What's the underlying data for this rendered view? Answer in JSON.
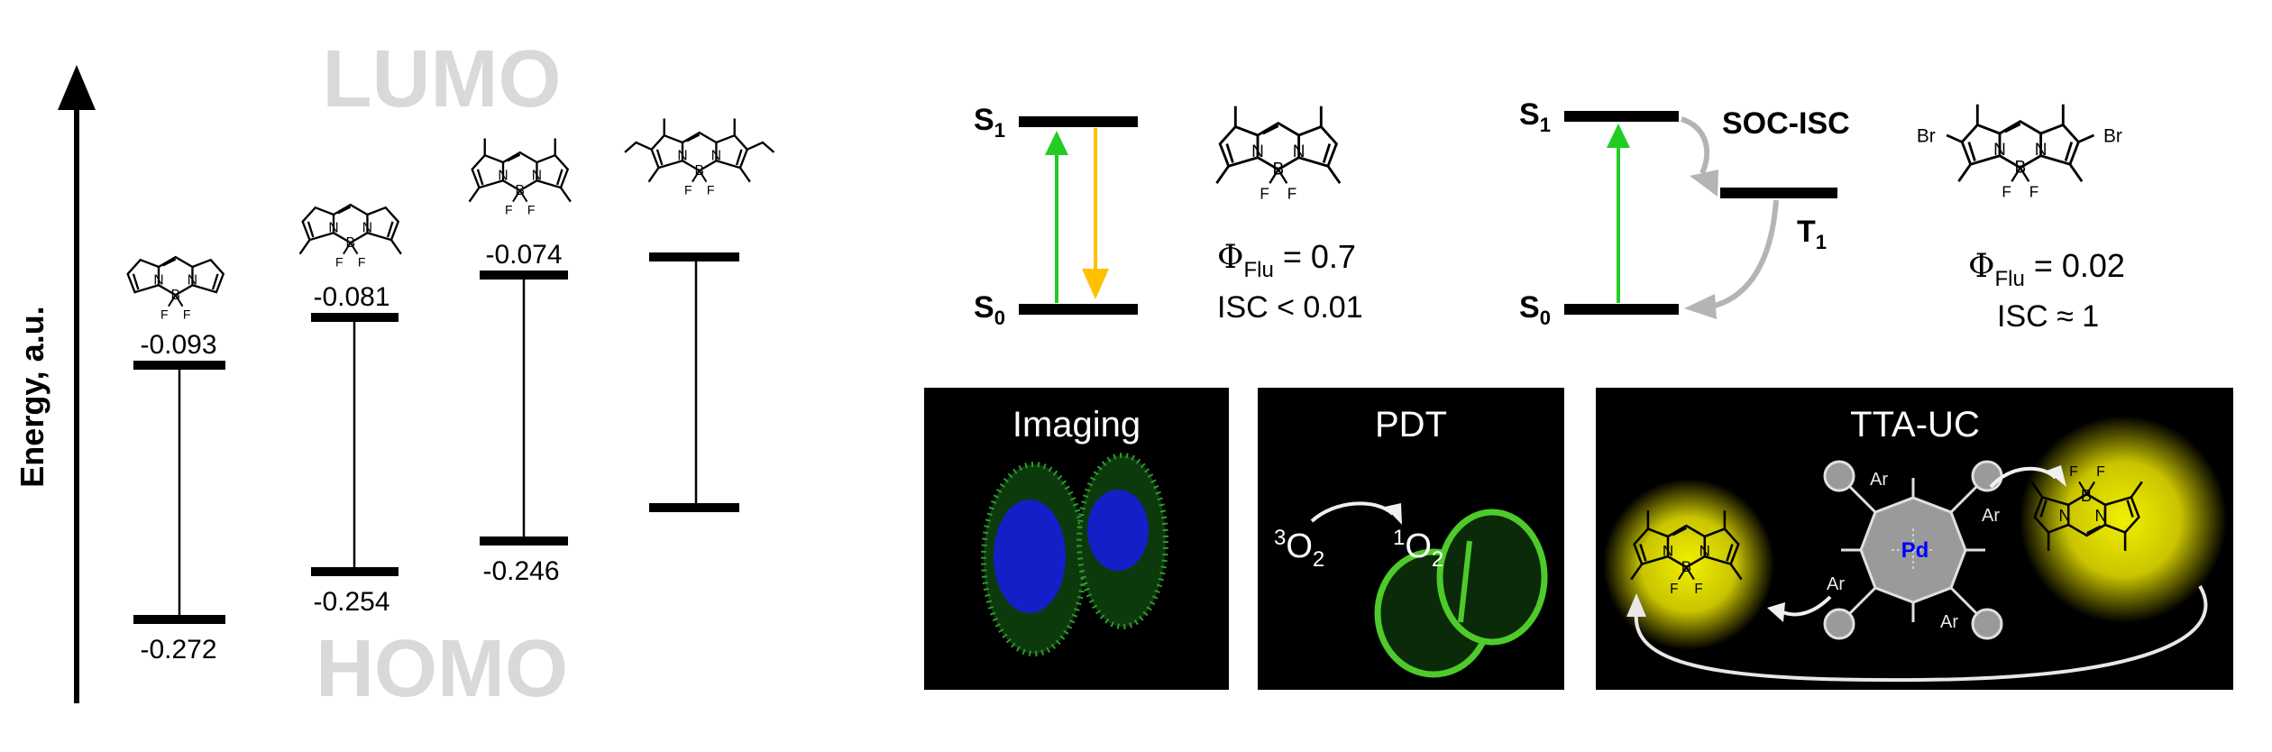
{
  "energy_diagram": {
    "axis_label": "Energy, a.u.",
    "lumo_label": "LUMO",
    "homo_label": "HOMO",
    "compounds": [
      {
        "lumo": "-0.093",
        "homo": "-0.272"
      },
      {
        "lumo": "-0.081",
        "homo": "-0.254"
      },
      {
        "lumo": "-0.074",
        "homo": "-0.246"
      },
      {
        "lumo": "",
        "homo": ""
      }
    ]
  },
  "jablonski_left": {
    "s1": "S",
    "s1_sub": "1",
    "s0": "S",
    "s0_sub": "0",
    "phi_symbol": "Φ",
    "phi_sub": "Flu",
    "phi_value": " = 0.7",
    "isc": "ISC < 0.01",
    "arrow_up_color": "#22cc22",
    "arrow_down_color": "#ffc000"
  },
  "jablonski_right": {
    "s1": "S",
    "s1_sub": "1",
    "s0": "S",
    "s0_sub": "0",
    "t1": "T",
    "t1_sub": "1",
    "soc_label": "SOC-ISC",
    "phi_symbol": "Φ",
    "phi_sub": "Flu",
    "phi_value": " = 0.02",
    "isc": "ISC ≈ 1",
    "br_left": "Br",
    "br_right": "Br"
  },
  "panels": {
    "imaging": {
      "title": "Imaging"
    },
    "pdt": {
      "title": "PDT",
      "o2_triplet_sup": "3",
      "o2_triplet_main": "O",
      "o2_triplet_sub": "2",
      "o2_singlet_sup": "1",
      "o2_singlet_main": "O",
      "o2_singlet_sub": "2"
    },
    "tta": {
      "title": "TTA-UC",
      "metal": "Pd",
      "ar": "Ar"
    }
  },
  "atoms": {
    "N": "N",
    "B": "B",
    "F": "F"
  },
  "colors": {
    "axis": "#000000",
    "watermark": "#d9d9d9",
    "green": "#22cc22",
    "yellow": "#ffc000",
    "gray_arrow": "#b4b4b4",
    "panel_bg": "#000000",
    "glow": "#e4e000",
    "pd": "#0000ff"
  }
}
